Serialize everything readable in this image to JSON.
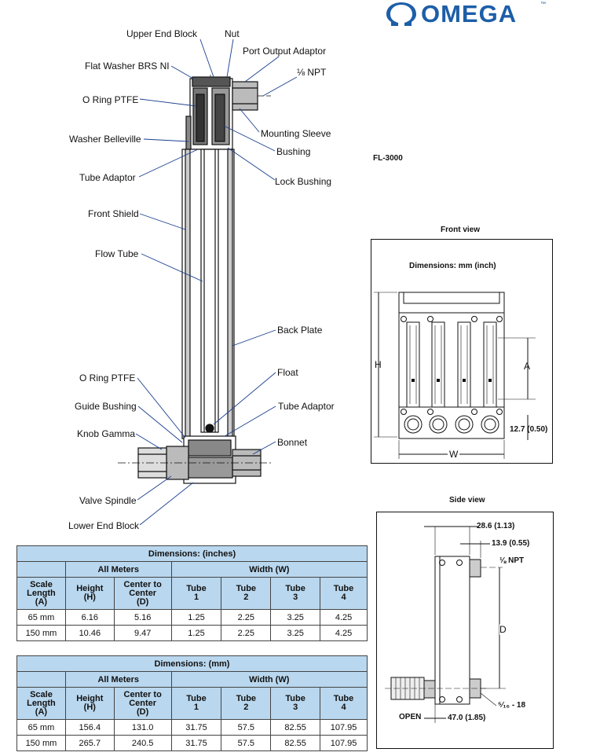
{
  "brand": {
    "name": "OMEGA",
    "tm": "™",
    "color": "#1d5ea8"
  },
  "model": "FL-3000",
  "callouts": {
    "upper_end_block": "Upper End Block",
    "nut": "Nut",
    "port_output_adaptor": "Port Output Adaptor",
    "flat_washer": "Flat Washer BRS NI",
    "npt_top": "⅛ NPT",
    "o_ring_top": "O Ring PTFE",
    "mounting_sleeve": "Mounting Sleeve",
    "washer_belleville": "Washer Belleville",
    "bushing": "Bushing",
    "tube_adaptor_top": "Tube Adaptor",
    "lock_bushing": "Lock Bushing",
    "front_shield": "Front Shield",
    "flow_tube": "Flow Tube",
    "back_plate": "Back Plate",
    "float": "Float",
    "o_ring_bottom": "O Ring PTFE",
    "guide_bushing": "Guide Bushing",
    "tube_adaptor_bottom": "Tube Adaptor",
    "knob_gamma": "Knob Gamma",
    "bonnet": "Bonnet",
    "valve_spindle": "Valve Spindle",
    "lower_end_block": "Lower End Block"
  },
  "front_view": {
    "title": "Front view",
    "subtitle": "Dimensions: mm (inch)",
    "h": "H",
    "a": "A",
    "w": "W",
    "offset": "12.7 (0.50)"
  },
  "side_view": {
    "title": "Side view",
    "dim1": "28.6 (1.13)",
    "dim2": "13.9 (0.55)",
    "npt": "⅛ NPT",
    "d": "D",
    "thread": "⁵⁄₁₆ - 18",
    "open": "OPEN",
    "dim3": "47.0 (1.85)"
  },
  "table_inches": {
    "title": "Dimensions: (inches)",
    "group_all": "All Meters",
    "group_width": "Width (W)",
    "headers": [
      "Scale\nLength\n(A)",
      "Height\n(H)",
      "Center to\nCenter\n(D)",
      "Tube\n1",
      "Tube\n2",
      "Tube\n3",
      "Tube\n4"
    ],
    "rows": [
      [
        "65 mm",
        "6.16",
        "5.16",
        "1.25",
        "2.25",
        "3.25",
        "4.25"
      ],
      [
        "150 mm",
        "10.46",
        "9.47",
        "1.25",
        "2.25",
        "3.25",
        "4.25"
      ]
    ]
  },
  "table_mm": {
    "title": "Dimensions: (mm)",
    "group_all": "All Meters",
    "group_width": "Width (W)",
    "headers": [
      "Scale\nLength\n(A)",
      "Height\n(H)",
      "Center to\nCenter\n(D)",
      "Tube\n1",
      "Tube\n2",
      "Tube\n3",
      "Tube\n4"
    ],
    "rows": [
      [
        "65 mm",
        "156.4",
        "131.0",
        "31.75",
        "57.5",
        "82.55",
        "107.95"
      ],
      [
        "150 mm",
        "265.7",
        "240.5",
        "31.75",
        "57.5",
        "82.55",
        "107.95"
      ]
    ]
  }
}
